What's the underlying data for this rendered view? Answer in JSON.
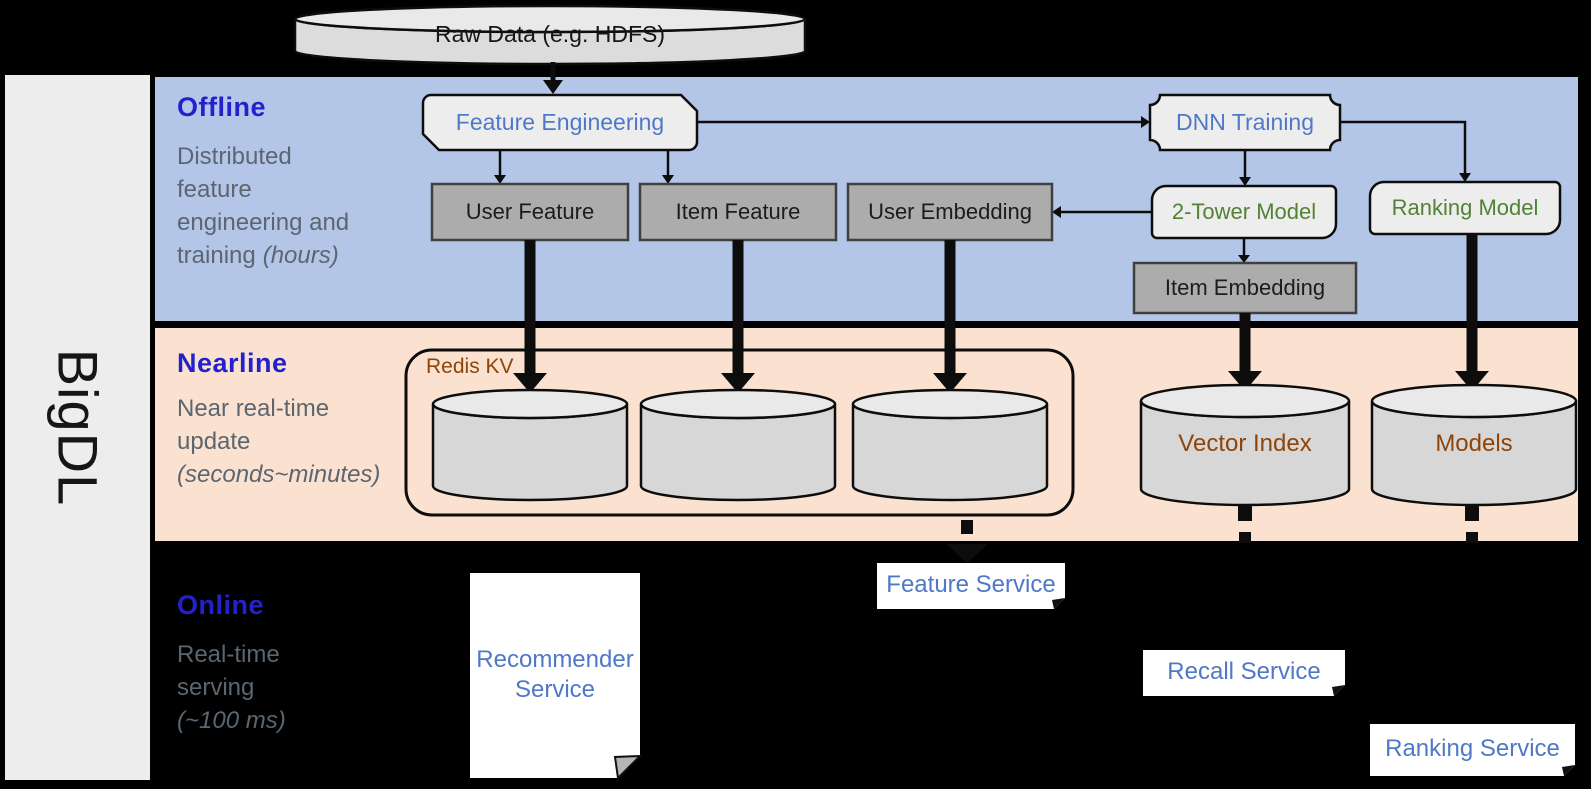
{
  "brand": "BigDL",
  "raw_data": "Raw Data (e.g. HDFS)",
  "sections": {
    "offline": {
      "title": "Offline",
      "line1": "Distributed",
      "line2": "feature",
      "line3": "engineering and",
      "line4": "training",
      "line4_italic": "(hours)"
    },
    "nearline": {
      "title": "Nearline",
      "line1": "Near real-time",
      "line2": "update",
      "line3_italic": "(seconds~minutes)"
    },
    "online": {
      "title": "Online",
      "line1": "Real-time",
      "line2": "serving",
      "line3_italic": "(~100 ms)"
    }
  },
  "nodes": {
    "feature_engineering": "Feature Engineering",
    "dnn_training": "DNN Training",
    "user_feature": "User Feature",
    "item_feature": "Item Feature",
    "user_embedding": "User Embedding",
    "two_tower_model": "2-Tower Model",
    "ranking_model": "Ranking Model",
    "item_embedding": "Item Embedding",
    "redis_kv": "Redis KV",
    "vector_index": "Vector Index",
    "models": "Models",
    "recommender_service": "Recommender Service",
    "feature_service": "Feature Service",
    "recall_service": "Recall Service",
    "ranking_service": "Ranking Service"
  },
  "colors": {
    "offline_bg": "#b3c6e7",
    "nearline_bg": "#fbe2d0",
    "header_blue": "#2222cc",
    "body_gray": "#5b6670",
    "label_blue": "#4f78c8",
    "label_green": "#538135",
    "label_brown": "#8f4408",
    "gray_box": "#acacac",
    "light_box": "#ededed",
    "cylinder_fill": "#d7d7d7"
  }
}
